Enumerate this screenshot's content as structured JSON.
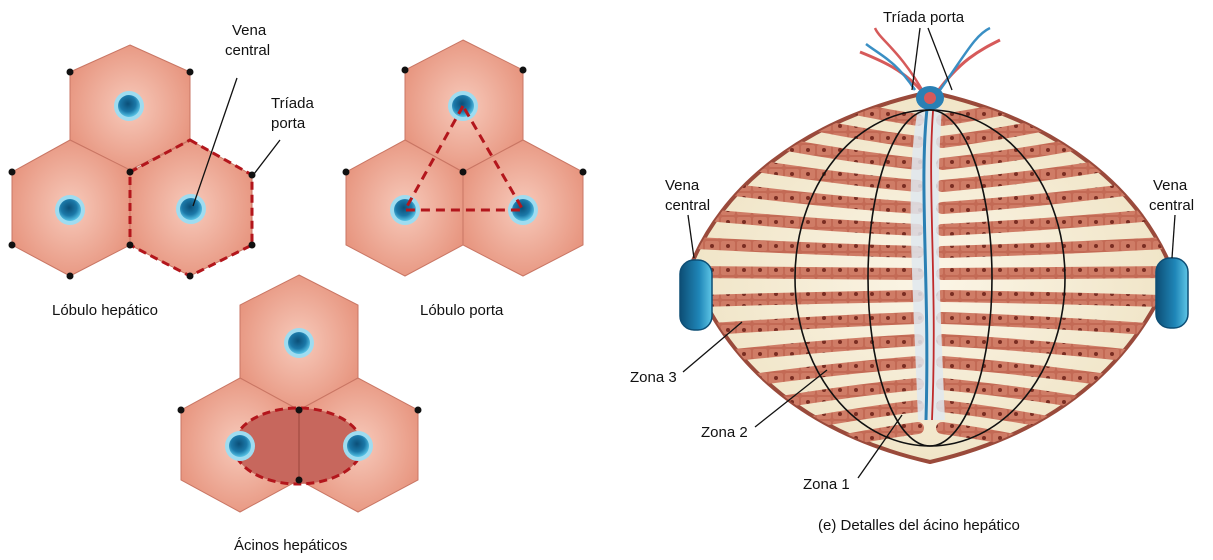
{
  "diagram_a": {
    "vena_central_line1": "Vena",
    "vena_central_line2": "central",
    "triada_line1": "Tríada",
    "triada_line2": "porta",
    "caption": "Lóbulo hepático"
  },
  "diagram_b": {
    "caption": "Lóbulo porta"
  },
  "diagram_c": {
    "caption": "Ácinos hepáticos"
  },
  "diagram_e": {
    "triada_porta": "Tríada porta",
    "vena_left_line1": "Vena",
    "vena_left_line2": "central",
    "vena_right_line1": "Vena",
    "vena_right_line2": "central",
    "zona3": "Zona 3",
    "zona2": "Zona 2",
    "zona1": "Zona 1",
    "caption": "(e) Detalles del ácino hepático"
  },
  "colors": {
    "lobule_fill": "#e9a190",
    "lobule_center": "#f6c4b4",
    "lobule_edge": "#b8604e",
    "vein_blue": "#1f8fc0",
    "dashed_red": "#b3161c",
    "acinus_fill": "#c7675d",
    "tissue_dark": "#a8483a",
    "sinusoid": "#f4ecd8"
  }
}
